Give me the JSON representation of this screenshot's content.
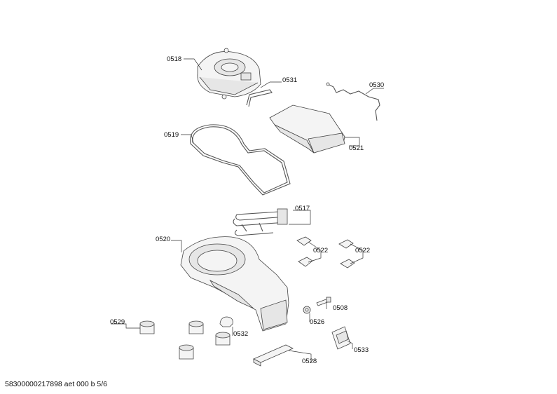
{
  "labels": {
    "p0518": "0518",
    "p0531": "0531",
    "p0530": "0530",
    "p0519": "0519",
    "p0521": "0521",
    "p0517": "0517",
    "p0520": "0520",
    "p0522a": "0522",
    "p0522b": "0522",
    "p0508": "0508",
    "p0526": "0526",
    "p0529": "0529",
    "p0532": "0532",
    "p0533": "0533",
    "p0528": "0528"
  },
  "footer": "58300000217898 aet 000 b 5/6"
}
